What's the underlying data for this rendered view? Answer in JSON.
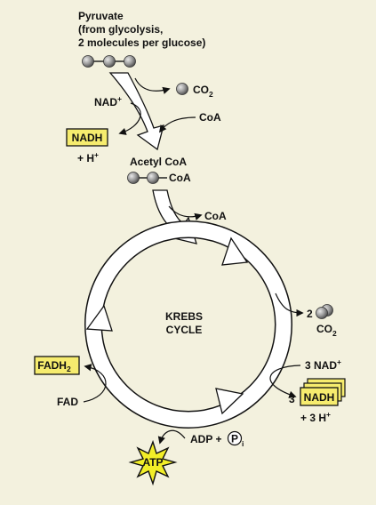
{
  "pyruvate": {
    "title": "Pyruvate",
    "line2": "(from glycolysis,",
    "line3": "2 molecules per glucose)"
  },
  "step1": {
    "co2_main": "CO",
    "co2_sub": "2",
    "nad_main": "NAD",
    "nad_sup": "+",
    "coa_in": "CoA",
    "nadh_box": "NADH",
    "h_main": "+ H",
    "h_sup": "+"
  },
  "acetyl": {
    "title": "Acetyl CoA",
    "coa_attached": "CoA",
    "coa_out": "CoA"
  },
  "cycle": {
    "line1": "KREBS",
    "line2": "CYCLE"
  },
  "right_side": {
    "co2_count": "2",
    "co2_main": "CO",
    "co2_sub": "2",
    "nad_main": "3 NAD",
    "nad_sup": "+",
    "nadh_count": "3",
    "nadh_box": "NADH",
    "h_main": "+ 3 H",
    "h_sup": "+"
  },
  "left_side": {
    "fadh2_main": "FADH",
    "fadh2_sub": "2",
    "fad": "FAD"
  },
  "bottom": {
    "adp": "ADP +",
    "pi_symbol": "P",
    "pi_sub": "i",
    "atp": "ATP"
  },
  "colors": {
    "background": "#f3f1de",
    "highlight_box": "#f6ec6e",
    "atp_star": "#f2ee28",
    "molecule": "#8a8a8a"
  }
}
